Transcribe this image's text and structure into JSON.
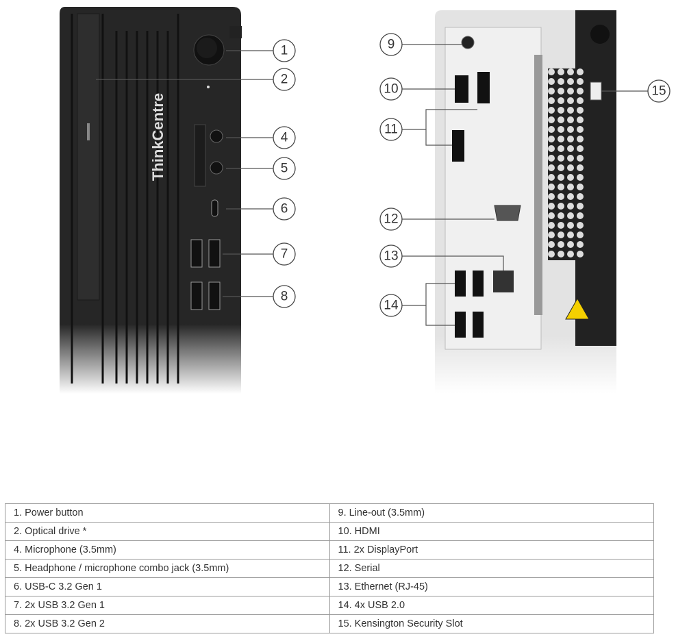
{
  "brand_text": "ThinkCentre",
  "front_callouts": [
    "1",
    "2",
    "4",
    "5",
    "6",
    "7",
    "8"
  ],
  "rear_callouts": [
    "9",
    "10",
    "11",
    "12",
    "13",
    "14",
    "15"
  ],
  "legend": {
    "left": [
      "1.  Power button",
      "2.  Optical drive *",
      "4.  Microphone (3.5mm)",
      "5.  Headphone / microphone combo jack (3.5mm)",
      "6.  USB-C 3.2 Gen 1",
      "7.  2x USB 3.2 Gen 1",
      "8.  2x USB 3.2 Gen 2"
    ],
    "right": [
      "9.  Line-out (3.5mm)",
      "10. HDMI",
      "11.  2x DisplayPort",
      "12. Serial",
      "13. Ethernet (RJ-45)",
      "14. 4x USB 2.0",
      "15. Kensington Security Slot"
    ]
  }
}
